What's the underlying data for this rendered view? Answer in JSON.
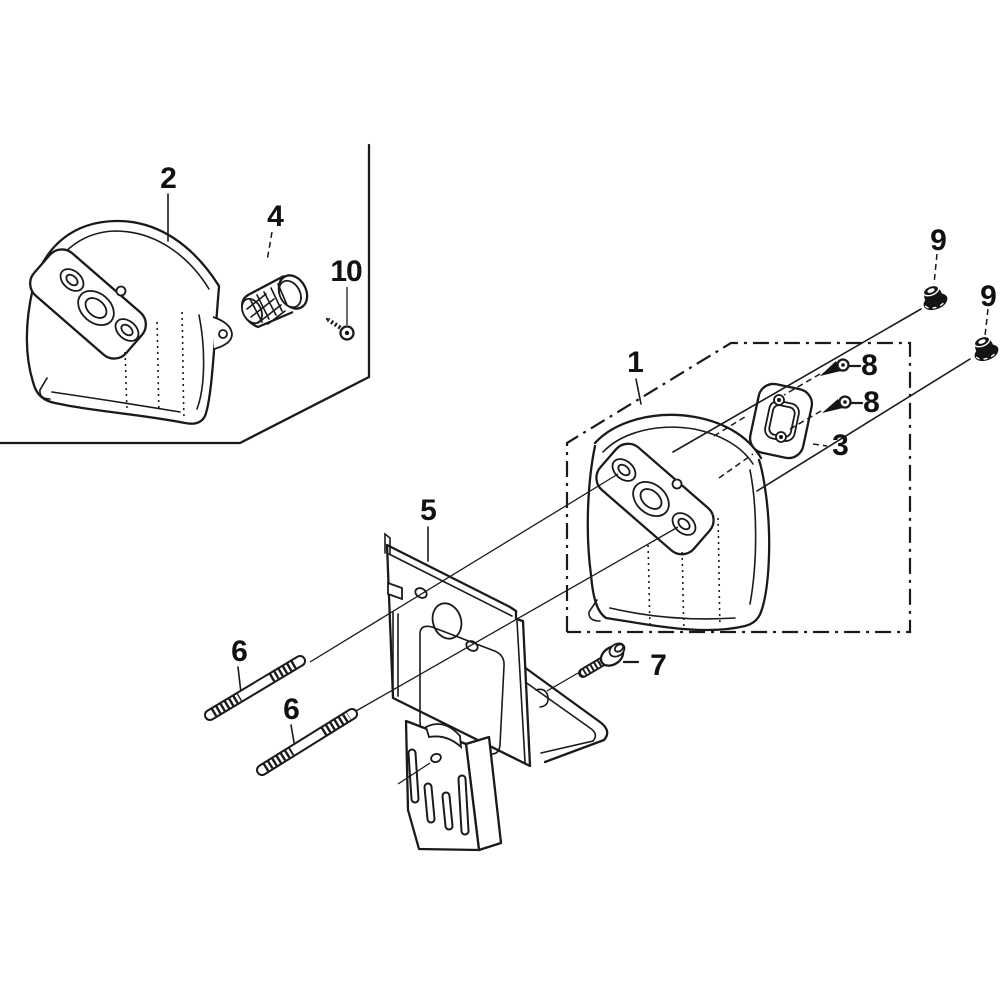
{
  "page": {
    "background": "#ffffff",
    "line_color": "#1a1a1a",
    "label_color": "#111111"
  },
  "callouts": [
    {
      "label": "2"
    },
    {
      "label": "4"
    },
    {
      "label": "10"
    },
    {
      "label": "1"
    },
    {
      "label": "8"
    },
    {
      "label": "8"
    },
    {
      "label": "3"
    },
    {
      "label": "9"
    },
    {
      "label": "9"
    },
    {
      "label": "5"
    },
    {
      "label": "6"
    },
    {
      "label": "6"
    },
    {
      "label": "7"
    }
  ]
}
